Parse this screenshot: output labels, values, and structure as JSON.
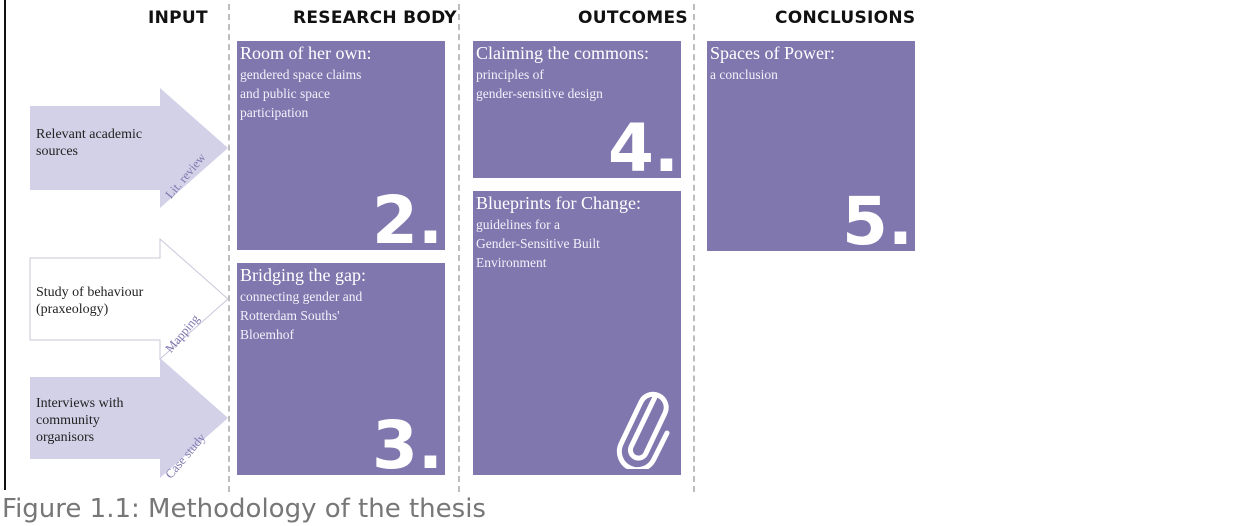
{
  "columns": {
    "input": "INPUT",
    "research": "RESEARCH BODY",
    "outcomes": "OUTCOMES",
    "conclusions": "CONCLUSIONS"
  },
  "inputs": [
    {
      "lines": [
        "Relevant academic",
        "sources"
      ],
      "method": "Lit. review",
      "style": "filled"
    },
    {
      "lines": [
        "Study of behaviour",
        "(praxeology)"
      ],
      "method": "Mapping",
      "style": "outline"
    },
    {
      "lines": [
        "Interviews with",
        "community",
        "organisors"
      ],
      "method": "Case study",
      "style": "filled"
    }
  ],
  "boxes": {
    "room": {
      "title": "Room of her own:",
      "lines": [
        "gendered space claims",
        "and public space",
        "participation"
      ],
      "number": "2."
    },
    "gap": {
      "title": "Bridging the gap:",
      "lines": [
        "connecting gender and",
        "Rotterdam Souths'",
        "Bloemhof"
      ],
      "number": "3."
    },
    "commons": {
      "title": "Claiming the commons:",
      "lines": [
        "principles of",
        "gender-sensitive design"
      ],
      "number": "4."
    },
    "blueprints": {
      "title": "Blueprints for Change:",
      "lines": [
        "guidelines for a",
        "Gender-Sensitive Built",
        "Environment"
      ],
      "icon": "paperclip-icon"
    },
    "power": {
      "title": "Spaces of Power:",
      "lines": [
        "a conclusion"
      ],
      "number": "5."
    }
  },
  "caption": "Figure 1.1: Methodology of the thesis",
  "colors": {
    "box": "#7f77ae",
    "arrow_fill": "#d3d1e8",
    "caption": "#777777"
  }
}
